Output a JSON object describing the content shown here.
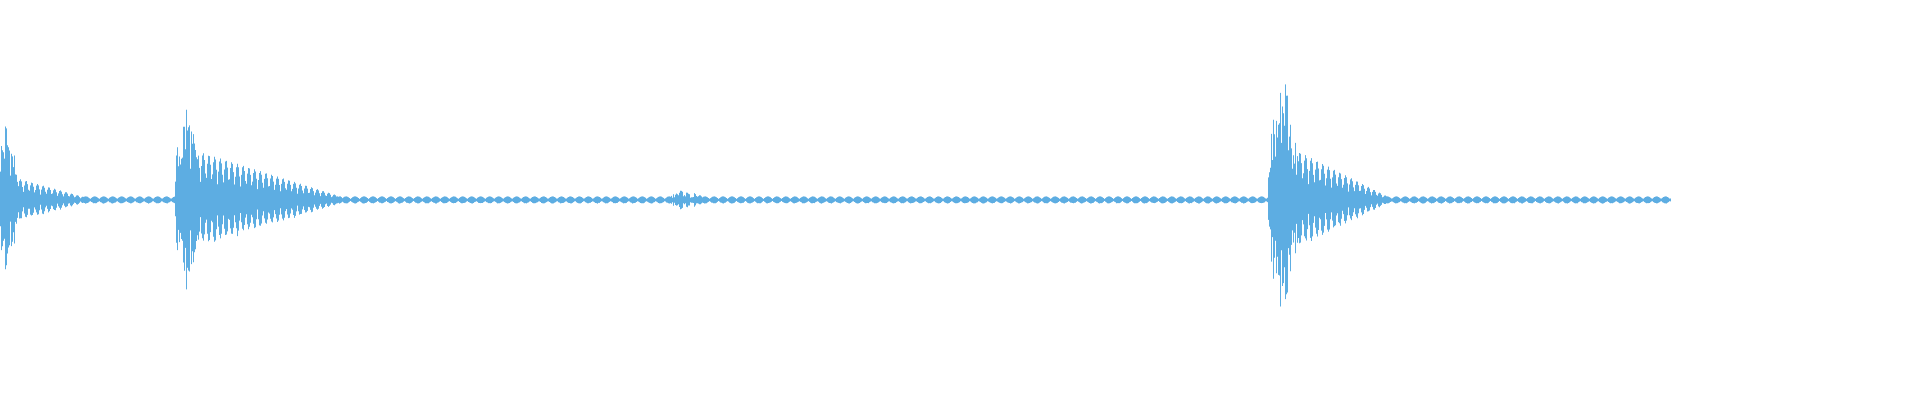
{
  "waveform": {
    "color": "#5dade2",
    "background": "#ffffff",
    "bursts": [
      {
        "center": 0.003,
        "spread": 0.006,
        "amplitude": 0.48,
        "decay_length": 0.04,
        "decay_amp": 0.12
      },
      {
        "center": 0.097,
        "spread": 0.006,
        "amplitude": 0.59,
        "decay_length": 0.08,
        "decay_amp": 0.27
      },
      {
        "center": 0.355,
        "spread": 0.006,
        "amplitude": 0.06,
        "decay_length": 0.01,
        "decay_amp": 0.04
      },
      {
        "center": 0.668,
        "spread": 0.008,
        "amplitude": 0.72,
        "decay_length": 0.05,
        "decay_amp": 0.27
      }
    ],
    "baseline_amplitude": 0.02,
    "signal_end": 0.87
  }
}
